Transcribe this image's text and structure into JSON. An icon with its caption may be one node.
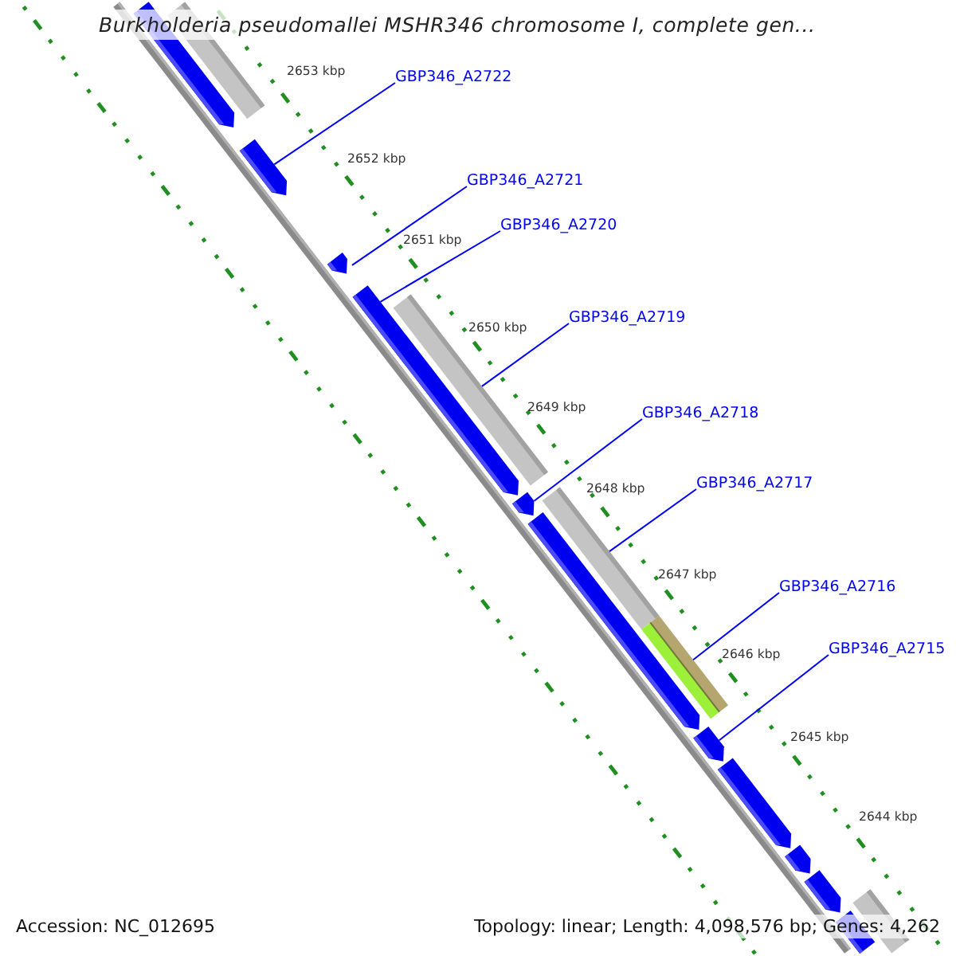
{
  "diagram": {
    "title": "Burkholderia pseudomallei MSHR346 chromosome I, complete gen...",
    "nodes": [
      {
        "text": [
          "GBP346_A2722"
        ]
      },
      {
        "text": [
          "GBP346_A2721"
        ]
      },
      {
        "text": [
          "GBP346_A2720"
        ]
      },
      {
        "text": [
          "GBP346_A2719"
        ]
      },
      {
        "text": [
          "GBP346_A2718"
        ]
      },
      {
        "text": [
          "GBP346_A2717"
        ]
      },
      {
        "text": [
          "GBP346_A2716"
        ]
      },
      {
        "text": [
          "GBP346_A2715"
        ]
      },
      {
        "text": [],
        "shape": "bar"
      },
      {
        "text": [],
        "shape": "bar"
      },
      {
        "text": [],
        "shape": "bar"
      },
      {
        "text": [],
        "shape": "bar"
      },
      {
        "text": [],
        "shape": "bar"
      },
      {
        "text": [],
        "shape": "bar"
      },
      {
        "text": [],
        "shape": "bar"
      },
      {
        "text": [],
        "shape": "bar"
      }
    ],
    "edges": [
      {
        "from": 0,
        "to": 8,
        "arrow": "none"
      },
      {
        "from": 1,
        "to": 9,
        "arrow": "none"
      },
      {
        "from": 2,
        "to": 10,
        "arrow": "none"
      },
      {
        "from": 3,
        "to": 11,
        "arrow": "none"
      },
      {
        "from": 4,
        "to": 12,
        "arrow": "none"
      },
      {
        "from": 5,
        "to": 13,
        "arrow": "none"
      },
      {
        "from": 6,
        "to": 14,
        "arrow": "none"
      },
      {
        "from": 7,
        "to": 15,
        "arrow": "none"
      }
    ],
    "labels": [
      "2653 kbp",
      "2652 kbp",
      "2651 kbp",
      "2650 kbp",
      "2649 kbp",
      "2648 kbp",
      "2647 kbp",
      "2646 kbp",
      "2645 kbp",
      "2644 kbp",
      "Accession: NC_012695",
      "Topology: linear; Length: 4,098,576 bp; Genes: 4,262"
    ]
  }
}
